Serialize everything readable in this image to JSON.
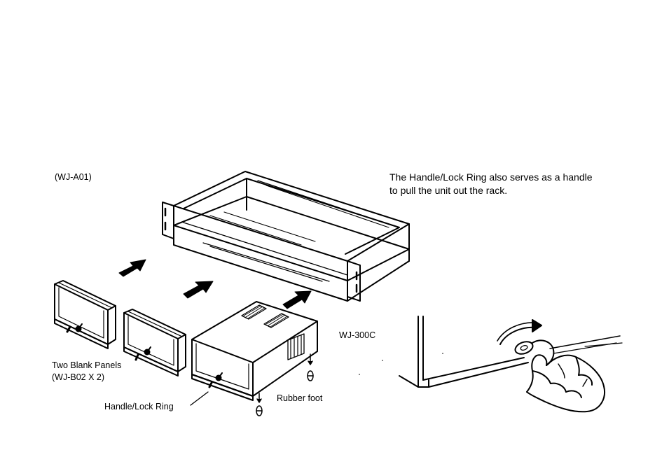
{
  "labels": {
    "rack_model": "(WJ-A01)",
    "note_line1": "The Handle/Lock Ring also serves as a handle",
    "note_line2": "to pull the unit out the rack.",
    "unit_model": "WJ-300C",
    "blank_panels_line1": "Two Blank Panels",
    "blank_panels_line2": "(WJ-B02 X 2)",
    "handle_lock_ring": "Handle/Lock Ring",
    "rubber_foot": "Rubber foot"
  },
  "colors": {
    "ink": "#000000",
    "paper": "#ffffff"
  }
}
